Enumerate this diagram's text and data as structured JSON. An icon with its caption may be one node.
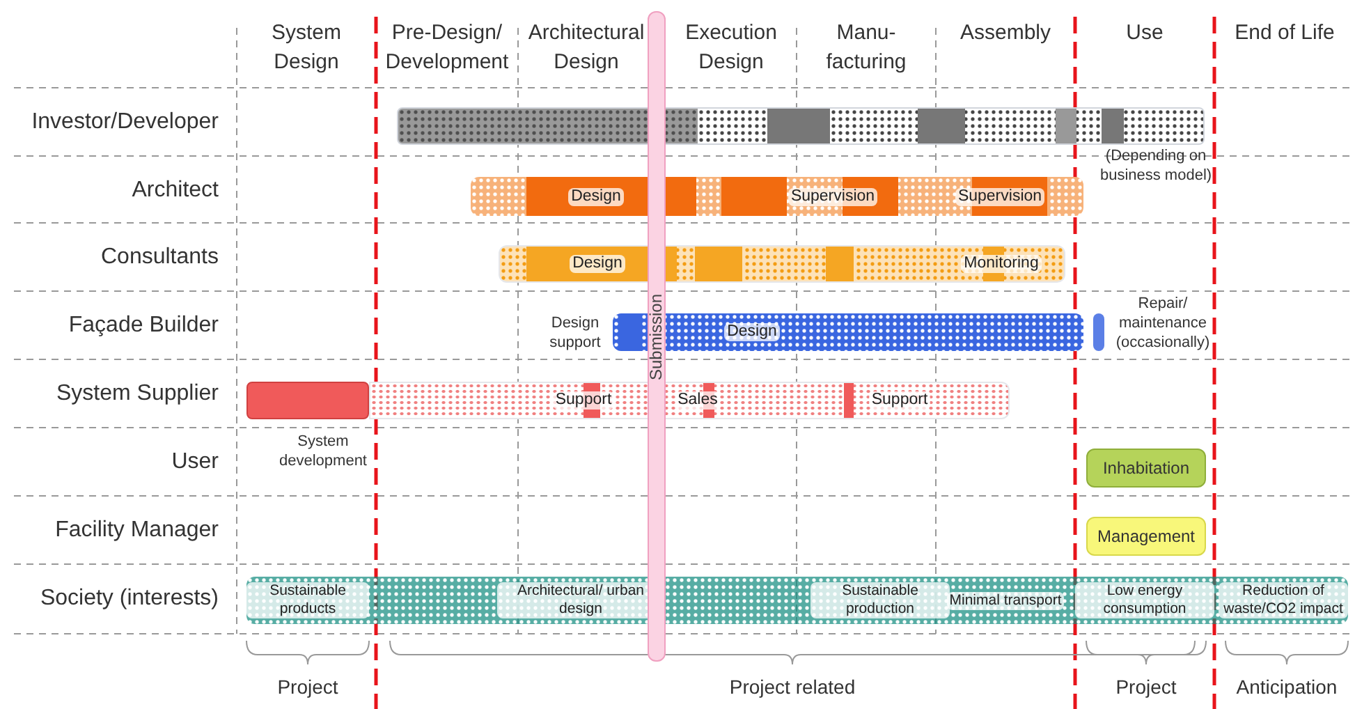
{
  "diagram": {
    "nodes": [
      {
        "text": [],
        "shape": "bar",
        "beside": [
          "(Depending on business model)"
        ]
      },
      {
        "text": [
          "Design",
          "Supervision",
          "Supervision"
        ]
      },
      {
        "text": [
          "Design",
          "Monitoring"
        ]
      },
      {
        "text": [
          "Design"
        ],
        "beside": [
          "Design support"
        ]
      },
      {
        "text": [],
        "shape": "bar",
        "beside": [
          "Repair/ maintenance (occasionally)"
        ]
      },
      {
        "text": [],
        "shape": "bar",
        "beside": [
          "System development"
        ]
      },
      {
        "text": [
          "Support",
          "Sales",
          "Support"
        ]
      },
      {
        "text": [
          "Inhabitation"
        ]
      },
      {
        "text": [
          "Management"
        ]
      },
      {
        "text": [
          "Sustainable products",
          "Architectural/ urban design",
          "Sustainable production",
          "Minimal transport",
          "Low energy consumption",
          "Reduction of waste/CO2 impact"
        ]
      },
      {
        "text": [
          "Submission"
        ]
      }
    ],
    "labels": [
      "System Design",
      "Pre-Design/ Development",
      "Architectural Design",
      "Execution Design",
      "Manu- facturing",
      "Assembly",
      "Use",
      "End of Life",
      "Investor/Developer",
      "Architect",
      "Consultants",
      "Façade Builder",
      "System Supplier",
      "User",
      "Facility Manager",
      "Society (interests)",
      "Project",
      "Project related",
      "Project",
      "Anticipation"
    ]
  }
}
